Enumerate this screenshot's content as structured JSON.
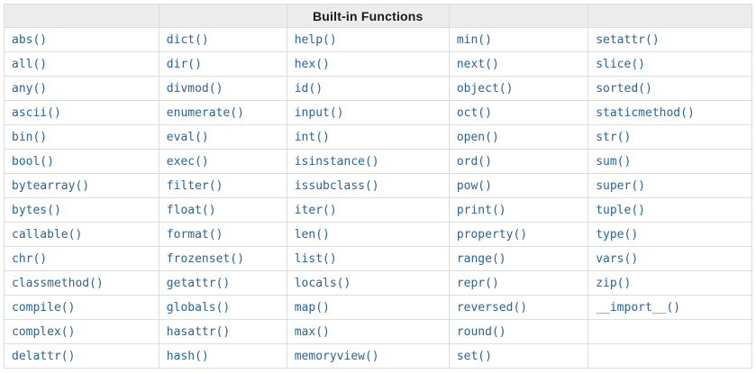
{
  "table": {
    "caption": "Built-in Functions",
    "caption_column_index": 2,
    "num_columns": 5,
    "column_width_percents": [
      20.7,
      17.1,
      21.7,
      18.6,
      21.9
    ],
    "rows": [
      [
        "abs()",
        "dict()",
        "help()",
        "min()",
        "setattr()"
      ],
      [
        "all()",
        "dir()",
        "hex()",
        "next()",
        "slice()"
      ],
      [
        "any()",
        "divmod()",
        "id()",
        "object()",
        "sorted()"
      ],
      [
        "ascii()",
        "enumerate()",
        "input()",
        "oct()",
        "staticmethod()"
      ],
      [
        "bin()",
        "eval()",
        "int()",
        "open()",
        "str()"
      ],
      [
        "bool()",
        "exec()",
        "isinstance()",
        "ord()",
        "sum()"
      ],
      [
        "bytearray()",
        "filter()",
        "issubclass()",
        "pow()",
        "super()"
      ],
      [
        "bytes()",
        "float()",
        "iter()",
        "print()",
        "tuple()"
      ],
      [
        "callable()",
        "format()",
        "len()",
        "property()",
        "type()"
      ],
      [
        "chr()",
        "frozenset()",
        "list()",
        "range()",
        "vars()"
      ],
      [
        "classmethod()",
        "getattr()",
        "locals()",
        "repr()",
        "zip()"
      ],
      [
        "compile()",
        "globals()",
        "map()",
        "reversed()",
        "__import__()"
      ],
      [
        "complex()",
        "hasattr()",
        "max()",
        "round()",
        ""
      ],
      [
        "delattr()",
        "hash()",
        "memoryview()",
        "set()",
        ""
      ]
    ],
    "colors": {
      "link_blue": "#2a6496",
      "header_background": "#ececec",
      "grid_border": "#dcdcdc",
      "header_text": "#1a1a1a"
    }
  }
}
